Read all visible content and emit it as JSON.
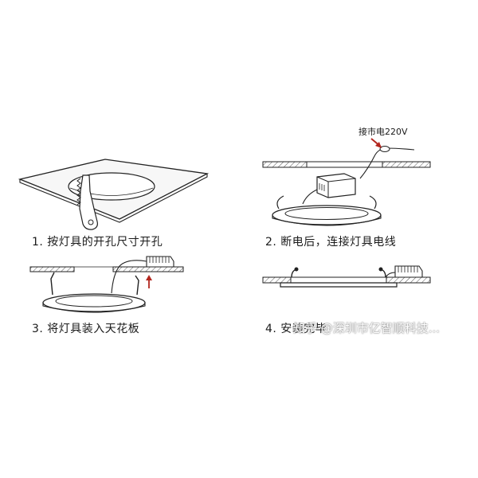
{
  "steps": [
    {
      "label": "1. 按灯具的开孔尺寸开孔"
    },
    {
      "label": "2. 断电后，连接灯具电线"
    },
    {
      "label": "3. 将灯具装入天花板"
    },
    {
      "label": "4. 安装完毕"
    }
  ],
  "callouts": {
    "mains_power": "接市电220V"
  },
  "watermark": {
    "text": "知乎 @深圳市亿智顺科技..."
  },
  "colors": {
    "line": "#222222",
    "ceiling_fill": "#f7f7f7",
    "hatch": "#555555",
    "arrow": "#b3261e"
  }
}
